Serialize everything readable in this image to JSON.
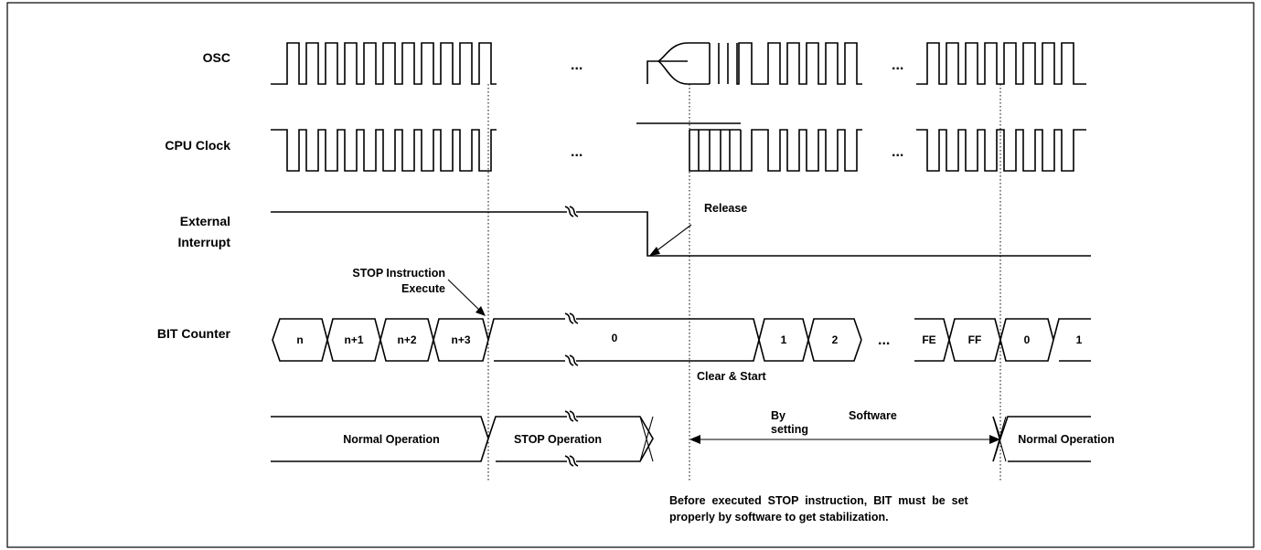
{
  "signals": {
    "osc": "OSC",
    "cpu_clock": "CPU Clock",
    "external_interrupt_line1": "External",
    "external_interrupt_line2": "Interrupt",
    "bit_counter": "BIT Counter"
  },
  "ellipsis": {
    "osc_gap": "...",
    "osc_mid": "...",
    "cpu_gap": "...",
    "cpu_mid": "...",
    "bit_mid": "..."
  },
  "bit_counter_values": {
    "c_n": "n",
    "c_n1": "n+1",
    "c_n2": "n+2",
    "c_n3": "n+3",
    "c_0": "0",
    "c_1": "1",
    "c_2": "2",
    "c_fe": "FE",
    "c_ff": "FF",
    "c_0b": "0",
    "c_1b": "1"
  },
  "annotations": {
    "stop_instruction_line1": "STOP Instruction",
    "stop_instruction_line2": "Execute",
    "release": "Release",
    "clear_start": "Clear & Start",
    "by_setting_1": "By",
    "by_setting_2": "setting",
    "software": "Software",
    "note_line1": "Before  executed  STOP  instruction,  BIT  must  be  set",
    "note_line2": "properly by software to get stabilization."
  },
  "operations": {
    "normal_1": "Normal Operation",
    "stop": "STOP Operation",
    "normal_2": "Normal Operation"
  }
}
